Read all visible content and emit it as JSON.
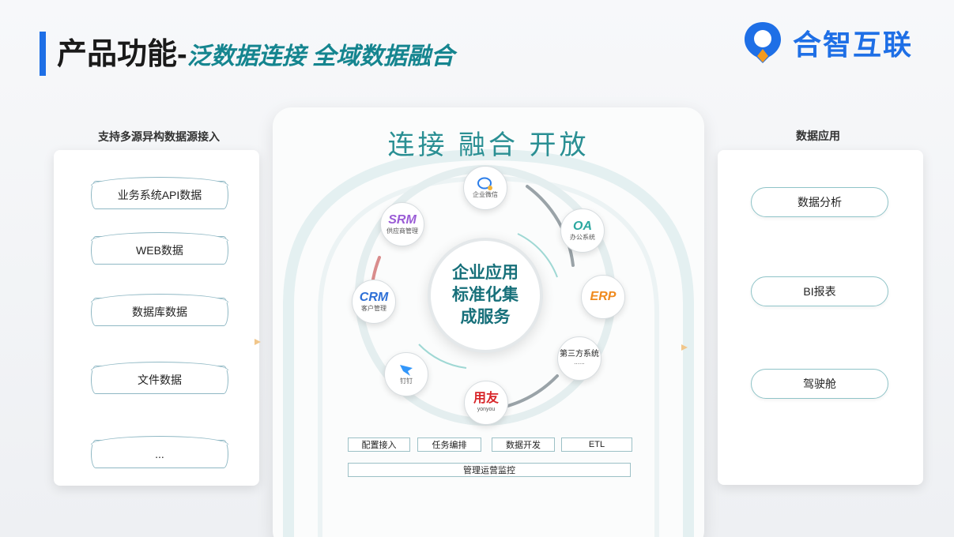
{
  "header": {
    "title_main": "产品功能-",
    "title_sub": "泛数据连接 全域数据融合",
    "logo_text": "合智互联",
    "logo_icon": "location-pin-logo-icon",
    "brand_color": "#1e6fe6",
    "accent_color": "#15858f"
  },
  "left": {
    "label": "支持多源异构数据源接入",
    "items": [
      "业务系统API数据",
      "WEB数据",
      "数据库数据",
      "文件数据",
      "..."
    ]
  },
  "center": {
    "title": "连接 融合 开放",
    "core": "企业应用标准化集成服务",
    "nodes": [
      {
        "big": "",
        "small": "企业微信",
        "icon": "wechat-work-icon"
      },
      {
        "big": "OA",
        "small": "办公系统"
      },
      {
        "big": "ERP",
        "small": ""
      },
      {
        "big": "",
        "small": "第三方系统",
        "extra": "......"
      },
      {
        "big": "用友",
        "small": "yonyou"
      },
      {
        "big": "",
        "small": "钉钉",
        "icon": "dingtalk-icon"
      },
      {
        "big": "CRM",
        "small": "客户管理"
      },
      {
        "big": "SRM",
        "small": "供应商管理"
      }
    ],
    "tags": [
      "配置接入",
      "任务编排",
      "数据开发",
      "ETL"
    ],
    "bottom_tag": "管理运营监控"
  },
  "right": {
    "label": "数据应用",
    "items": [
      "数据分析",
      "BI报表",
      "驾驶舱"
    ]
  }
}
